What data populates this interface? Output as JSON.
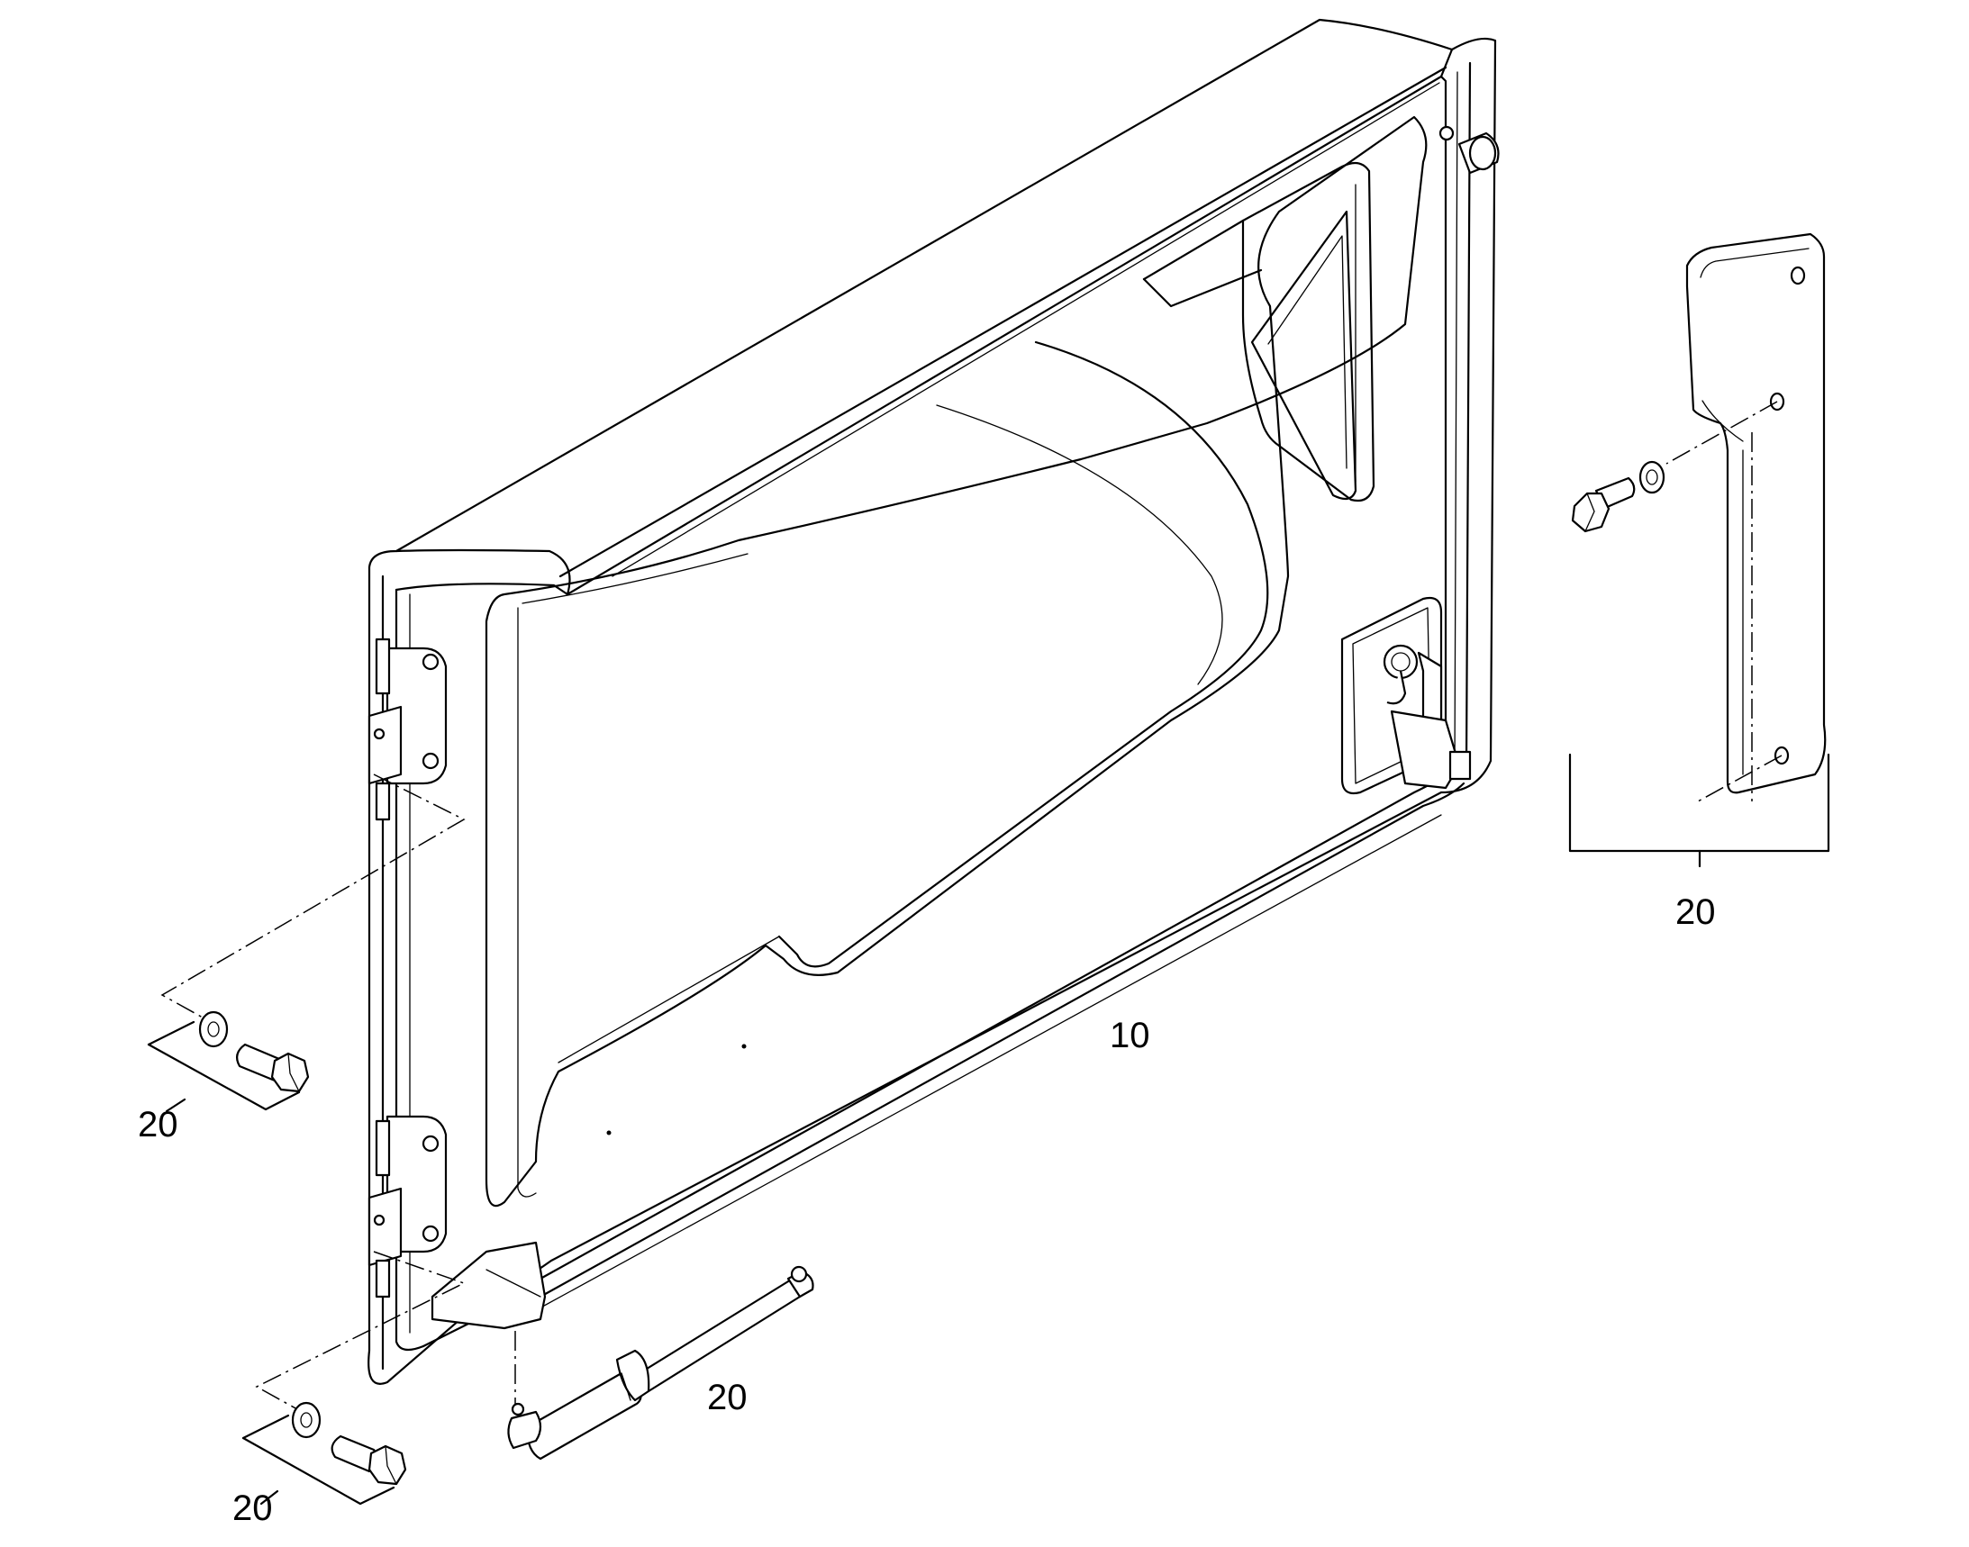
{
  "callouts": {
    "door_assembly": "10",
    "bracket_group": "20",
    "upper_hinge_fasteners": "20",
    "gas_strut": "20",
    "lower_hinge_fasteners": "20"
  }
}
